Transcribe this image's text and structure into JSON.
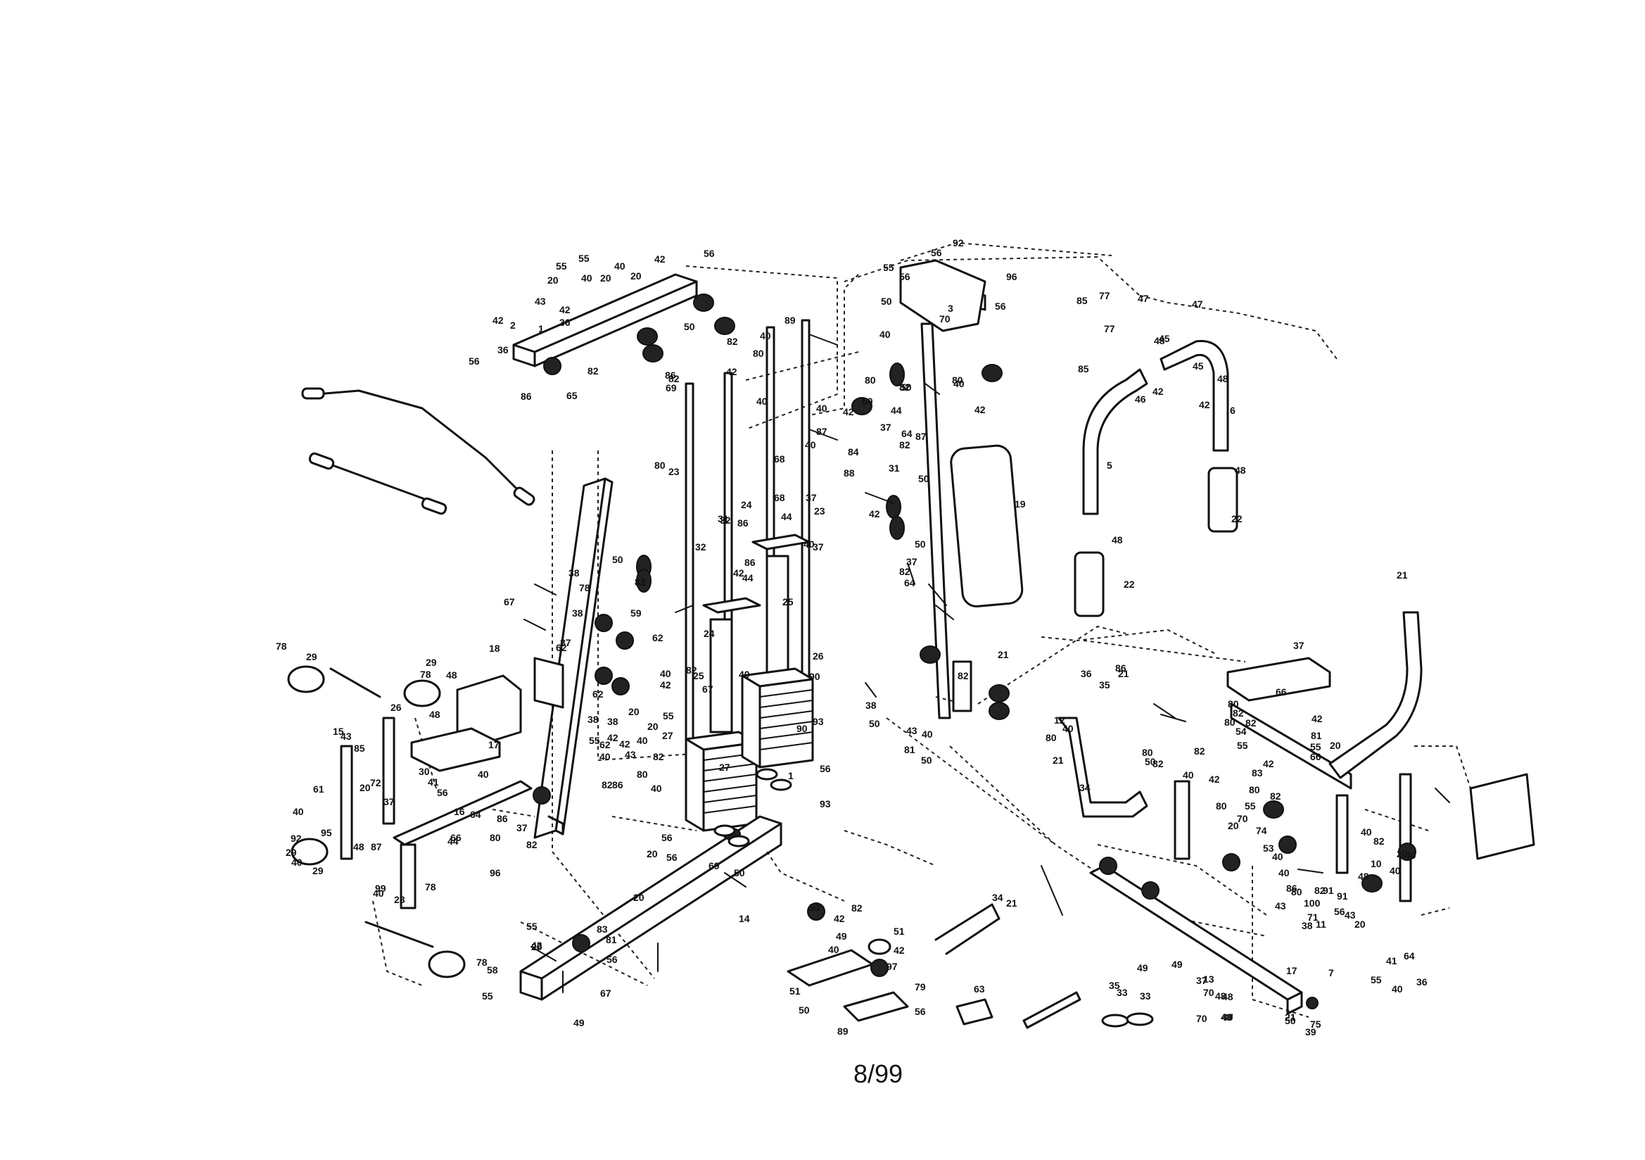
{
  "page": {
    "page_number": "8/99"
  },
  "callouts": [
    "55",
    "55",
    "20",
    "40",
    "20",
    "40",
    "20",
    "42",
    "56",
    "43",
    "42",
    "36",
    "1",
    "2",
    "42",
    "36",
    "56",
    "82",
    "65",
    "86",
    "50",
    "82",
    "40",
    "80",
    "86",
    "69",
    "89",
    "40",
    "82",
    "42",
    "40",
    "87",
    "55",
    "56",
    "56",
    "92",
    "96",
    "56",
    "3",
    "70",
    "50",
    "80",
    "82",
    "40",
    "50",
    "80",
    "82",
    "80",
    "42",
    "84",
    "44",
    "37",
    "64",
    "87",
    "88",
    "50",
    "31",
    "42",
    "82",
    "64",
    "37",
    "50",
    "40",
    "42",
    "19",
    "85",
    "77",
    "47",
    "85",
    "77",
    "47",
    "42",
    "45",
    "48",
    "45",
    "48",
    "42",
    "46",
    "6",
    "5",
    "48",
    "22",
    "48",
    "22",
    "21",
    "35",
    "21",
    "34",
    "21",
    "21",
    "80",
    "31",
    "50",
    "82",
    "42",
    "23",
    "68",
    "40",
    "37",
    "86",
    "68",
    "44",
    "23",
    "32",
    "40",
    "24",
    "32",
    "86",
    "44",
    "37",
    "24",
    "25",
    "25",
    "26",
    "40",
    "90",
    "93",
    "90",
    "27",
    "27",
    "56",
    "93",
    "1",
    "40",
    "38",
    "78",
    "38",
    "67",
    "62",
    "87",
    "62",
    "82",
    "38",
    "42",
    "59",
    "62",
    "82",
    "67",
    "62",
    "38",
    "55",
    "20",
    "42",
    "80",
    "40",
    "42",
    "20",
    "55",
    "40",
    "82",
    "86",
    "40",
    "43",
    "38",
    "50",
    "43",
    "81",
    "40",
    "50",
    "82",
    "78",
    "29",
    "18",
    "29",
    "78",
    "48",
    "26",
    "48",
    "43",
    "15",
    "85",
    "17",
    "30",
    "41",
    "56",
    "40",
    "16",
    "72",
    "40",
    "20",
    "37",
    "64",
    "86",
    "66",
    "80",
    "82",
    "37",
    "44",
    "96",
    "92",
    "95",
    "61",
    "87",
    "40",
    "99",
    "78",
    "29",
    "48",
    "40",
    "28",
    "29",
    "78",
    "58",
    "55",
    "20",
    "56",
    "56",
    "20",
    "50",
    "69",
    "14",
    "55",
    "20",
    "42",
    "83",
    "81",
    "56",
    "49",
    "67",
    "49",
    "50",
    "82",
    "42",
    "40",
    "51",
    "42",
    "97",
    "79",
    "56",
    "51",
    "50",
    "89",
    "34",
    "63",
    "35",
    "33",
    "33",
    "49",
    "49",
    "75",
    "13",
    "48",
    "17",
    "21",
    "7",
    "21",
    "48",
    "70",
    "48",
    "70",
    "40",
    "50",
    "7",
    "39",
    "37",
    "41",
    "40",
    "55",
    "64",
    "36",
    "37",
    "66",
    "86",
    "36",
    "12",
    "40",
    "80",
    "80",
    "50",
    "82",
    "80",
    "82",
    "80",
    "54",
    "82",
    "42",
    "81",
    "55",
    "66",
    "55",
    "82",
    "42",
    "40",
    "42",
    "83",
    "80",
    "82",
    "20",
    "80",
    "55",
    "70",
    "20",
    "74",
    "53",
    "40",
    "40",
    "86",
    "100",
    "82",
    "91",
    "91",
    "48",
    "10",
    "20",
    "40",
    "20",
    "38",
    "43",
    "80",
    "11",
    "40",
    "82",
    "40",
    "43",
    "71",
    "56"
  ]
}
